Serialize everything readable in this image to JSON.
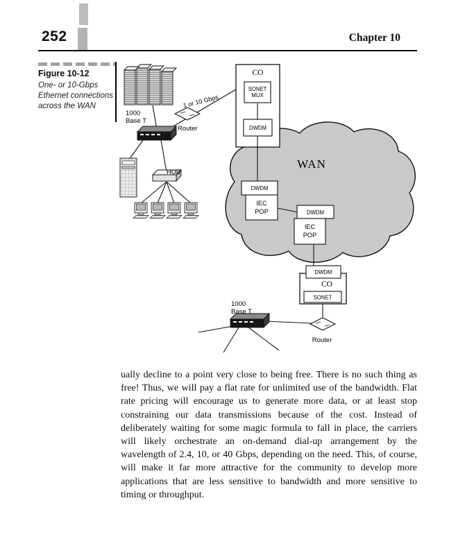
{
  "page": {
    "number": "252",
    "chapter": "Chapter 10"
  },
  "figure": {
    "label": "Figure 10-12",
    "caption": "One- or 10-Gbps Ethernet connections across the WAN"
  },
  "diagram": {
    "labels": {
      "base_t_1": "1000",
      "base_t_2": "Base T",
      "router": "Router",
      "link_speed": "1 or 10 Gbps",
      "co": "CO",
      "sonet": "SONET",
      "mux": "MUX",
      "dwdm": "DWDM",
      "wan": "WAN",
      "iec": "IEC",
      "pop": "POP",
      "hub": "HUB"
    }
  },
  "body": {
    "paragraph": "ually decline to a point very close to being free. There is no such thing as free! Thus, we will pay a flat rate for unlimited use of the bandwidth. Flat rate pricing will encourage us to generate more data, or at least stop constraining our data transmissions because of the cost. Instead of deliberately waiting for some magic formula to fall in place, the carriers will likely orchestrate an on-demand dial-up arrangement by the wavelength of 2.4, 10, or 40 Gbps, depending on the need. This, of course, will make it far more attractive for the community to develop more applications that are less sensitive to bandwidth and more sensitive to timing or throughput."
  },
  "colors": {
    "cloud_fill": "#c9c9c9",
    "header_bar_gray": "#b9b9b9"
  }
}
